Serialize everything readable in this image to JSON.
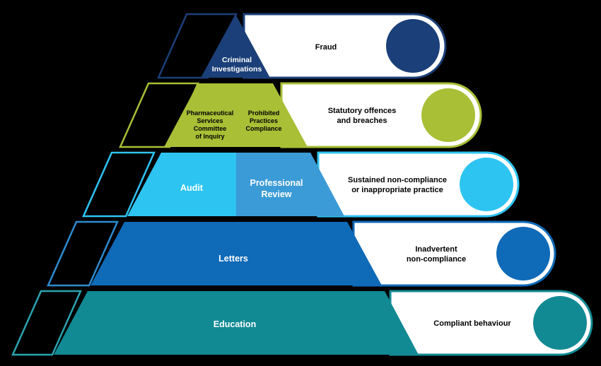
{
  "colors": {
    "background": "#000000",
    "fraud": "#1b3f78",
    "statutory": "#a8bf36",
    "sustained": "#2ec4f2",
    "professional_review": "#3b9bd6",
    "inadvertent": "#0f6ab8",
    "compliant": "#128a94",
    "pill_fill": "#ffffff"
  },
  "pyramid": {
    "tier1": {
      "label_line1": "Criminal",
      "label_line2": "Investigations"
    },
    "tier2": {
      "left_line1": "Pharmaceutical",
      "left_line2": "Services",
      "left_line3": "Committee",
      "left_line4": "of Inquiry",
      "right_line1": "Prohibited",
      "right_line2": "Practices",
      "right_line3": "Compliance"
    },
    "tier3": {
      "left_label": "Audit",
      "right_line1": "Professional",
      "right_line2": "Review"
    },
    "tier4": {
      "label": "Letters"
    },
    "tier5": {
      "label": "Education"
    }
  },
  "behaviours": {
    "b1": {
      "line1": "Fraud"
    },
    "b2": {
      "line1": "Statutory offences",
      "line2": "and breaches"
    },
    "b3": {
      "line1": "Sustained non-compliance",
      "line2": "or inappropriate practice"
    },
    "b4": {
      "line1": "Inadvertent",
      "line2": "non-compliance"
    },
    "b5": {
      "line1": "Compliant behaviour"
    }
  }
}
